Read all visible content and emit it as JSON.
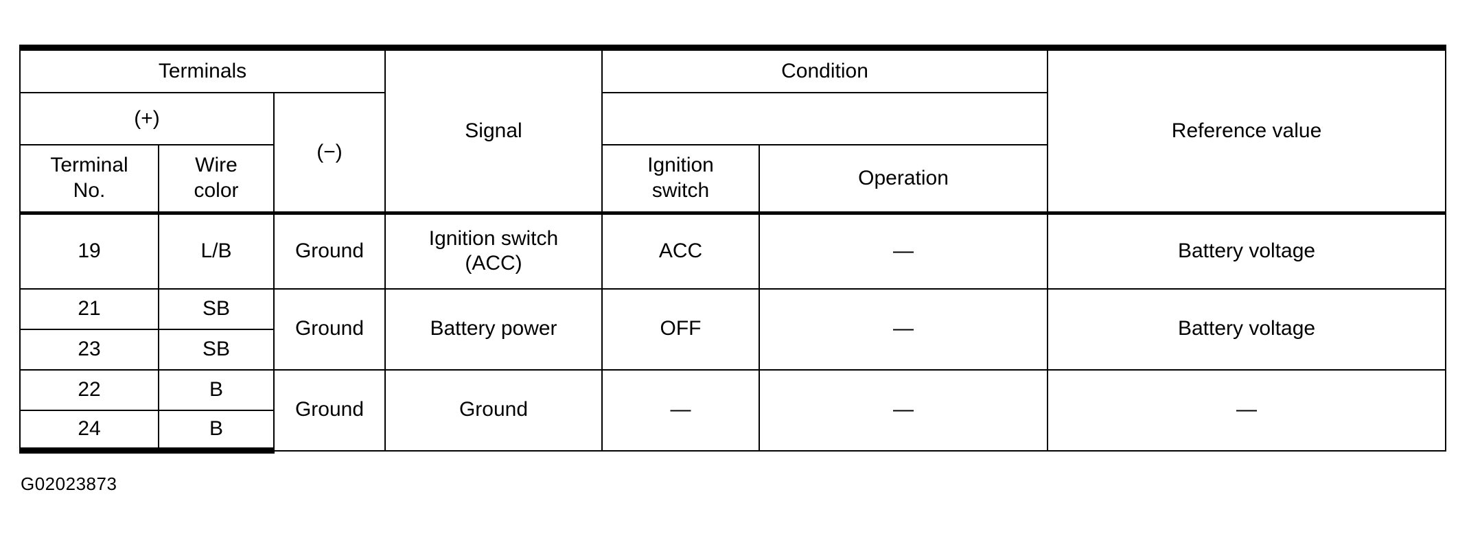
{
  "figure": {
    "id_label": "G02023873"
  },
  "table": {
    "headers": {
      "terminals": "Terminals",
      "positive": "(+)",
      "negative": "(−)",
      "terminal_no": "Terminal\nNo.",
      "terminal_no_line1": "Terminal",
      "terminal_no_line2": "No.",
      "wire_color_line1": "Wire",
      "wire_color_line2": "color",
      "signal": "Signal",
      "condition": "Condition",
      "ignition_switch_line1": "Ignition",
      "ignition_switch_line2": "switch",
      "operation": "Operation",
      "reference_value": "Reference value"
    },
    "rows": [
      {
        "terminal_no": "19",
        "wire_color": "L/B",
        "negative": "Ground",
        "signal_line1": "Ignition switch",
        "signal_line2": "(ACC)",
        "ignition_switch": "ACC",
        "operation": "—",
        "reference_value": "Battery voltage"
      },
      {
        "terminal_no_a": "21",
        "wire_color_a": "SB",
        "terminal_no_b": "23",
        "wire_color_b": "SB",
        "negative": "Ground",
        "signal": "Battery power",
        "ignition_switch": "OFF",
        "operation": "—",
        "reference_value": "Battery voltage"
      },
      {
        "terminal_no_a": "22",
        "wire_color_a": "B",
        "terminal_no_b": "24",
        "wire_color_b": "B",
        "negative": "Ground",
        "signal": "Ground",
        "ignition_switch": "—",
        "operation": "—",
        "reference_value": "—"
      }
    ]
  }
}
